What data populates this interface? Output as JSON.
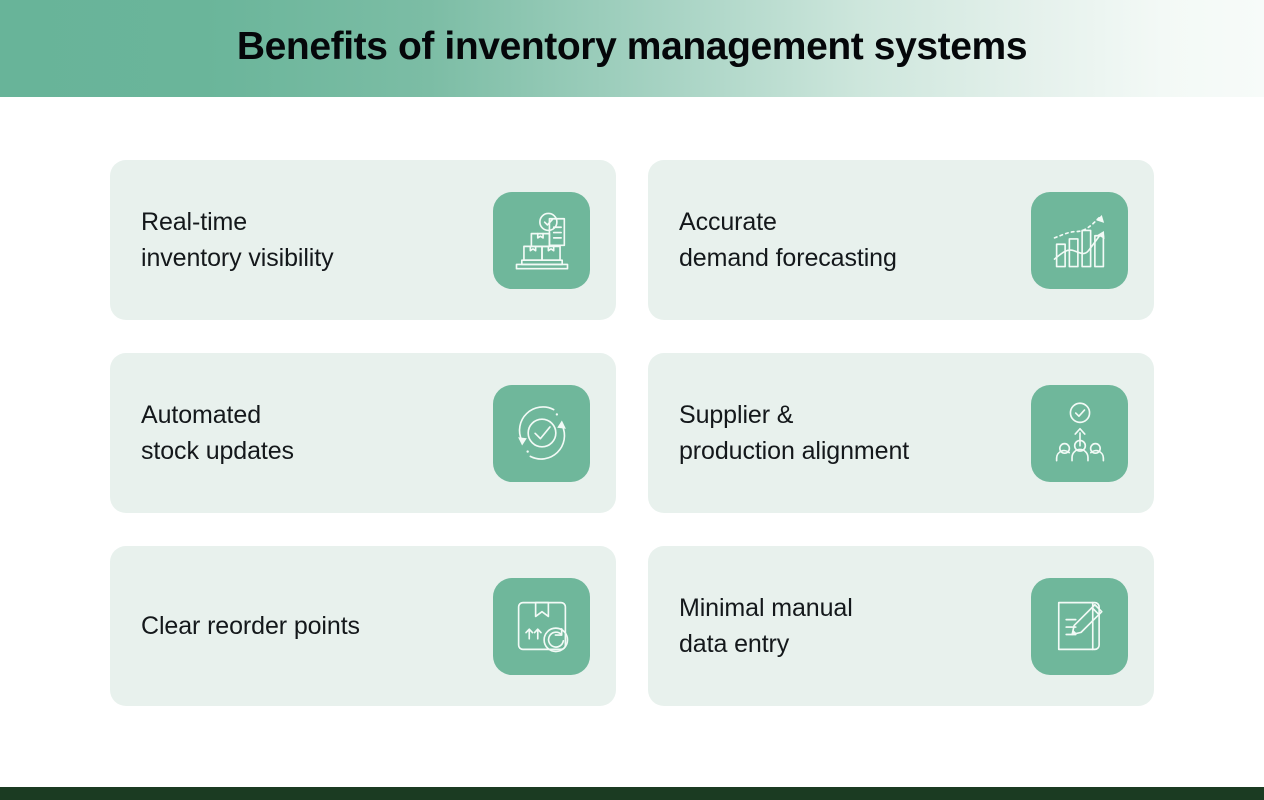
{
  "header": {
    "title": "Benefits of inventory management systems",
    "gradient_start": "#68b499",
    "gradient_end": "#f7fbf9"
  },
  "theme": {
    "card_background": "#e8f1ed",
    "icon_tile_color": "#6fb79b",
    "icon_stroke_color": "#f2faf6",
    "text_color": "#14181b",
    "footer_color": "#1b3b22",
    "page_background": "#ffffff"
  },
  "cards": [
    {
      "label": "Real-time\ninventory visibility",
      "icon": "boxes-checklist-icon"
    },
    {
      "label": "Accurate\ndemand forecasting",
      "icon": "bar-chart-trend-up-icon"
    },
    {
      "label": "Automated\nstock updates",
      "icon": "sync-refresh-check-icon"
    },
    {
      "label": "Supplier &\nproduction alignment",
      "icon": "team-arrow-check-icon"
    },
    {
      "label": "Clear reorder points",
      "icon": "box-reorder-arrows-icon"
    },
    {
      "label": "Minimal manual\ndata entry",
      "icon": "notebook-pencil-icon"
    }
  ]
}
